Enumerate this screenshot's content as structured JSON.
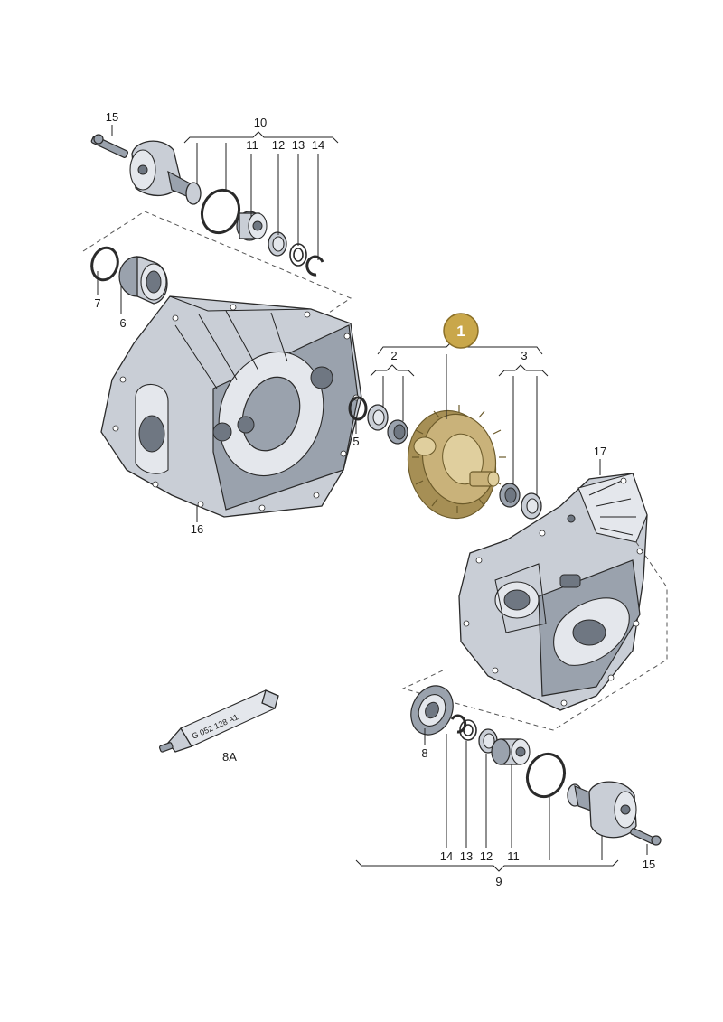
{
  "labels": {
    "l1": "1",
    "l2": "2",
    "l3": "3",
    "l5": "5",
    "l6": "6",
    "l7": "7",
    "l8": "8",
    "l8a": "8A",
    "l9": "9",
    "l10": "10",
    "l11a": "11",
    "l12a": "12",
    "l13a": "13",
    "l14a": "14",
    "l15a": "15",
    "l11b": "11",
    "l12b": "12",
    "l13b": "13",
    "l14b": "14",
    "l15b": "15",
    "l16": "16",
    "l17": "17"
  },
  "tube_text": "G 052 128 A1",
  "colors": {
    "highlight_badge": "#c9a74a",
    "highlight_part": "#c9b27a"
  }
}
